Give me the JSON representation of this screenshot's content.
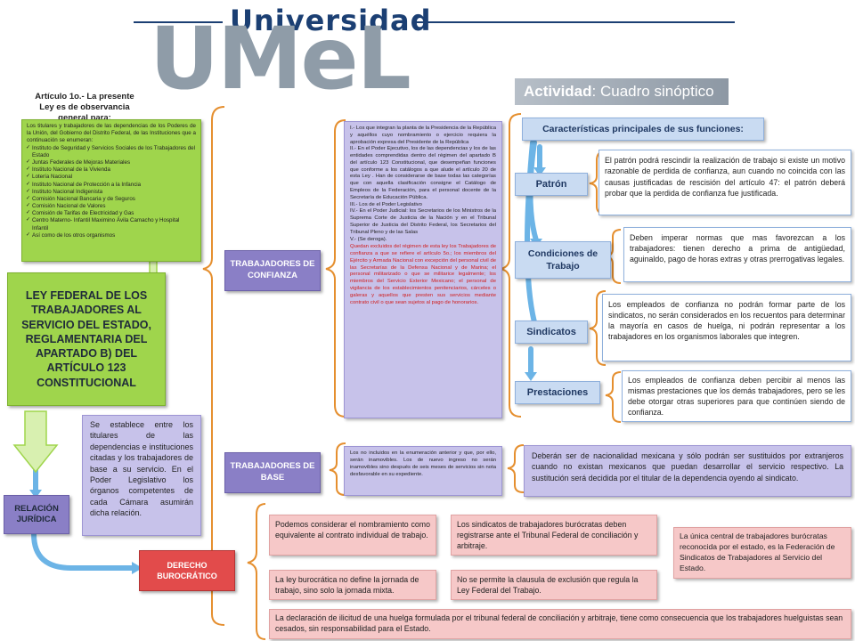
{
  "brand": {
    "university": "Universidad",
    "logo": "UMeL",
    "activity_label": "Actividad",
    "activity_title": ": Cuadro sinóptico",
    "colors": {
      "navy": "#1b3f73",
      "grey": "#8f9ca8",
      "banner": "#8d98a4"
    }
  },
  "left": {
    "article_intro": "Artículo 1o.- La presente Ley es de observancia general para:",
    "list_lead": "Los titulares y trabajadores de las dependencias de los Poderes de la Unión, del Gobierno del Distrito Federal, de las Instituciones que a continuación se enumeran:",
    "list_items": [
      "Instituto de Seguridad y Servicios Sociales de los Trabajadores del Estado",
      "Juntas Federales de Mejoras Materiales",
      "Instituto Nacional de la Vivienda",
      "Lotería Nacional",
      "Instituto Nacional de Protección a la Infancia",
      "Instituto Nacional Indigenista",
      "Comisión Nacional Bancaria y de Seguros",
      "Comisión Nacional de Valores",
      "Comisión de Tarifas de Electricidad y Gas",
      "Centro Materno- Infantil Maximino Ávila Camacho y Hospital Infantil",
      "Así como de los otros organismos"
    ],
    "law_title": "LEY FEDERAL DE LOS TRABAJADORES AL SERVICIO DEL ESTADO, REGLAMENTARIA DEL APARTADO B) DEL ARTÍCULO 123 CONSTITUCIONAL",
    "relation_text": "Se establece entre los titulares de las dependencias e instituciones citadas y los trabajadores de base a su servicio. En el Poder Legislativo los órganos competentes de cada Cámara asumirán dicha relación.",
    "relacion_label": "RELACIÓN JURÍDICA",
    "derecho_label": "DERECHO BUROCRÁTICO"
  },
  "middle": {
    "confianza_label": "TRABAJADORES DE CONFIANZA",
    "base_label": "TRABAJADORES DE BASE",
    "confianza_text": "I.- Los que integran la planta de la Presidencia de la República y aquéllos cuyo nombramiento o ejercicio requiera la aprobación expresa del Presidente de la República\nII.- En el Poder Ejecutivo, los de las dependencias y los de las entidades comprendidas dentro del régimen del apartado B del artículo 123 Constitucional, que desempeñan funciones que conforme a los catálogos a que alude el artículo 20 de esta Ley . Han de considerarse de base todas las categorías que con aquella clasificación consigne el Catálogo de Empleos de la Federación, para el personal docente de la Secretaría de Educación Pública.\nIII.- Los de el Poder Legislativo\nIV.- En el Poder Judicial: los Secretarios de los Ministros de la Suprema Corte de Justicia de la Nación y en el Tribunal Superior de Justicia del Distrito Federal, los Secretarios del Tribunal Pleno y de las Salas\nV.- (Se deroga).",
    "confianza_red": "Quedan excluidos del régimen de esta ley los Trabajadores de confianza a que se refiere el artículo 5o.; los miembros del Ejército y Armada Nacional con excepción del personal civil de las Secretarías de la Defensa Nacional y de Marina; el personal militarizado o que se militarice legalmente; los miembros del Servicio Exterior Mexicano; el personal de vigilancia de los establecimientos penitenciarios, cárceles o galeras y aquellos que presten sus servicios mediante contrato civil o que sean sujetos al pago de honorarios.",
    "base_text": "Los no incluidos en la enumeración anterior y que, por ello, serán inamovibles. Los de nuevo ingreso no serán inamovibles sino después de seis meses de servicios sin nota desfavorable en su expediente."
  },
  "right": {
    "header": "Características principales de sus funciones:",
    "items": [
      {
        "label": "Patrón",
        "text": "El patrón podrá rescindir la realización de trabajo si existe un motivo razonable de perdida de confianza, aun cuando no coincida con las causas justificadas de rescisión del artículo 47: el patrón deberá probar que la perdida de confianza fue justificada."
      },
      {
        "label": "Condiciones de Trabajo",
        "text": "Deben imperar normas que mas favorezcan a los trabajadores: tienen derecho a prima de antigüedad, aguinaldo, pago de horas extras y otras prerrogativas legales."
      },
      {
        "label": "Sindicatos",
        "text": "Los empleados de confianza no podrán formar parte de los sindicatos, no serán considerados en los recuentos para determinar la mayoría en casos de huelga, ni podrán representar a los trabajadores en los organismos laborales que integren."
      },
      {
        "label": "Prestaciones",
        "text": "Los empleados de confianza deben percibir al menos las mismas prestaciones que los demás trabajadores, pero se les debe otorgar otras superiores para que continúen siendo de confianza."
      }
    ],
    "base_characteristic": "Deberán ser de nacionalidad mexicana y sólo podrán ser sustituidos por extranjeros cuando no existan mexicanos que puedan desarrollar el servicio respectivo. La sustitución será decidida por el titular de la dependencia oyendo al sindicato."
  },
  "bottom": {
    "nombramiento": "Podemos considerar el nombramiento como equivalente al contrato individual de trabajo.",
    "jornada": "La ley burocrática no define la jornada de trabajo, sino solo la jornada mixta.",
    "sindicatos_registro": "Los sindicatos de trabajadores burócratas deben registrarse ante el Tribunal Federal de conciliación y arbitraje.",
    "exclusion": "No se permite la clausula de exclusión que regula la Ley Federal del Trabajo.",
    "central": "La única central de trabajadores burócratas reconocida por el estado, es la Federación de Sindicatos de Trabajadores al Servicio del Estado.",
    "huelga": "La declaración de ilicitud de una huelga formulada por el tribunal federal de conciliación y arbitraje, tiene como consecuencia que los trabajadores huelguistas sean cesados, sin responsabilidad para el Estado."
  }
}
